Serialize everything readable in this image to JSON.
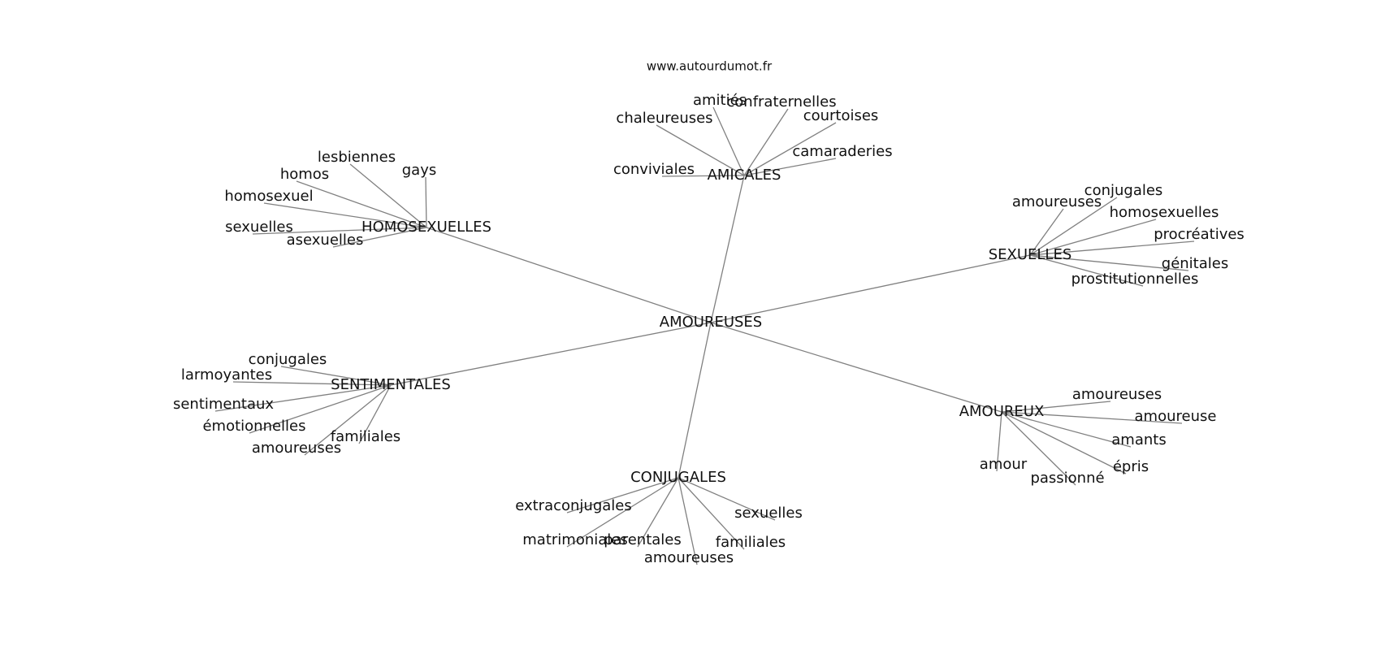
{
  "watermark": "www.autourdumot.fr",
  "colors": {
    "background": "#ffffff",
    "edge": "#808080",
    "text": "#111111"
  },
  "graph": {
    "center": "AMOUREUSES",
    "clusters": [
      {
        "hub": "AMICALES",
        "leaves": [
          "amitiés",
          "confraternelles",
          "chaleureuses",
          "courtoises",
          "camaraderies",
          "conviviales"
        ]
      },
      {
        "hub": "HOMOSEXUELLES",
        "leaves": [
          "lesbiennes",
          "gays",
          "homos",
          "homosexuel",
          "sexuelles",
          "asexuelles"
        ]
      },
      {
        "hub": "SEXUELLES",
        "leaves": [
          "conjugales",
          "amoureuses",
          "homosexuelles",
          "procréatives",
          "génitales",
          "prostitutionnelles"
        ]
      },
      {
        "hub": "SENTIMENTALES",
        "leaves": [
          "conjugales",
          "larmoyantes",
          "sentimentaux",
          "émotionnelles",
          "familiales",
          "amoureuses"
        ]
      },
      {
        "hub": "AMOUREUX",
        "leaves": [
          "amoureuses",
          "amoureuse",
          "amants",
          "épris",
          "amour",
          "passionné"
        ]
      },
      {
        "hub": "CONJUGALES",
        "leaves": [
          "extraconjugales",
          "sexuelles",
          "matrimoniales",
          "parentales",
          "familiales",
          "amoureuses"
        ]
      }
    ]
  }
}
